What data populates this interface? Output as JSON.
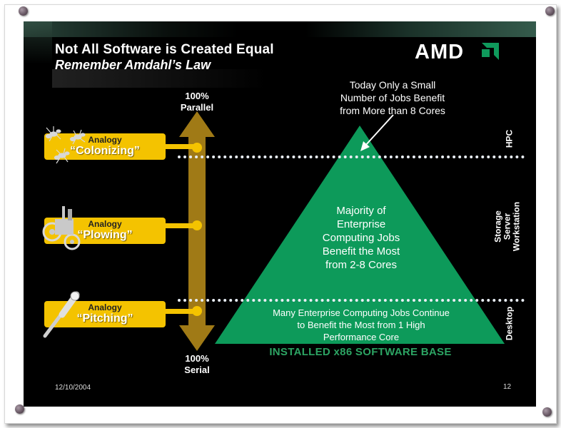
{
  "slide": {
    "title": "Not All Software is Created Equal",
    "subtitle": "Remember Amdahl’s Law",
    "logo_text": "AMD",
    "top_label": [
      "100%",
      "Parallel"
    ],
    "bottom_label": [
      "100%",
      "Serial"
    ],
    "callout": [
      "Today Only a Small",
      "Number of Jobs Benefit",
      "from More than 8 Cores"
    ],
    "analogies": [
      {
        "label": "Analogy",
        "name": "“Colonizing”",
        "icon": "ants-icon"
      },
      {
        "label": "Analogy",
        "name": "“Plowing”",
        "icon": "tractor-icon"
      },
      {
        "label": "Analogy",
        "name": "“Pitching”",
        "icon": "baseball-bat-icon"
      }
    ],
    "pyramid_middle": [
      "Majority of",
      "Enterprise",
      "Computing Jobs",
      "Benefit the Most",
      "from 2-8 Cores"
    ],
    "pyramid_bottom": [
      "Many Enterprise Computing Jobs Continue",
      "to Benefit the Most from 1 High",
      "Performance Core"
    ],
    "base_label": "INSTALLED x86 SOFTWARE BASE",
    "side_labels": {
      "hpc": "HPC",
      "middle": [
        "Storage",
        "Server",
        "Workstation"
      ],
      "desktop": "Desktop"
    },
    "date": "12/10/2004",
    "page": "12"
  },
  "colors": {
    "background": "#000000",
    "pyramid": "#0d9a5a",
    "arrow": "#a07a16",
    "pill": "#f4c300",
    "base_text": "#2ca463"
  }
}
